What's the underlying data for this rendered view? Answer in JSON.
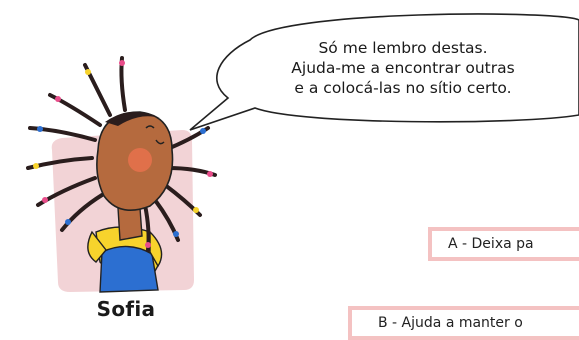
{
  "speech_bubble": {
    "line1": "Só me lembro destas.",
    "line2": "Ajuda-me a encontrar outras",
    "line3": "e a colocá-las no sítio certo."
  },
  "character": {
    "name": "Sofia"
  },
  "cards": [
    {
      "text": "A - Deixa pa"
    },
    {
      "text": "B - Ajuda a manter o"
    }
  ],
  "colors": {
    "panel_pink": "#f2d3d6",
    "card_border": "#f4c2c2",
    "skin": "#b56a3e",
    "cheek": "#e0704a",
    "hair": "#2a1d1d",
    "shirt_yellow": "#f7d32c",
    "overall_blue": "#2c6fd1"
  }
}
